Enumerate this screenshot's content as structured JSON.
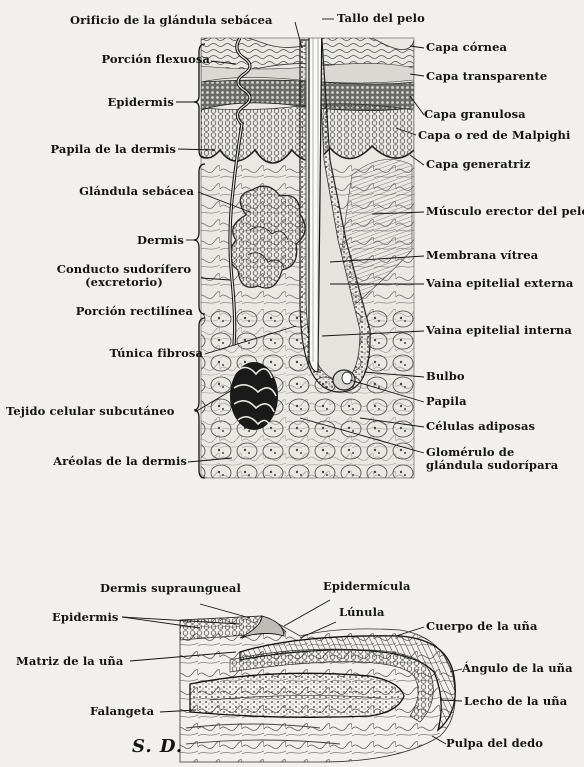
{
  "skin": {
    "labels_left": {
      "orificio": "Orificio de la glándula sebácea",
      "porcion_flexuosa": "Porción flexuosa",
      "epidermis": "Epidermis",
      "papila_dermis": "Papila de la dermis",
      "glandula_sebacea": "Glándula sebácea",
      "dermis": "Dermis",
      "conducto": "Conducto sudorífero",
      "excretorio": "(excretorio)",
      "porcion_rectilinea": "Porción rectilínea",
      "tunica_fibrosa": "Túnica fibrosa",
      "tejido_celular": "Tejido celular subcutáneo",
      "areolas": "Aréolas de la dermis"
    },
    "labels_right": {
      "tallo": "Tallo del pelo",
      "capa_cornea": "Capa córnea",
      "capa_transparente": "Capa transparente",
      "capa_granulosa": "Capa granulosa",
      "capa_malpighi": "Capa o red de Malpighi",
      "capa_generatriz": "Capa generatriz",
      "musculo_erector": "Músculo erector del pelo",
      "membrana_vitrea": "Membrana vítrea",
      "vaina_externa": "Vaina epitelial externa",
      "vaina_interna": "Vaina epitelial interna",
      "bulbo": "Bulbo",
      "papila": "Papila",
      "celulas_adiposas": "Células adiposas",
      "glomerulo_1": "Glomérulo de",
      "glomerulo_2": "glándula sudorípara"
    }
  },
  "nail": {
    "labels": {
      "dermis_supraungueal": "Dermis supraungueal",
      "epidermicula": "Epidermícula",
      "lunula": "Lúnula",
      "epidermis": "Epidermis",
      "cuerpo": "Cuerpo de la uña",
      "matriz": "Matriz de la uña",
      "angulo": "Ángulo de la uña",
      "falangeta": "Falangeta",
      "lecho": "Lecho de la uña",
      "pulpa": "Pulpa del dedo"
    }
  },
  "signature": "S. D."
}
